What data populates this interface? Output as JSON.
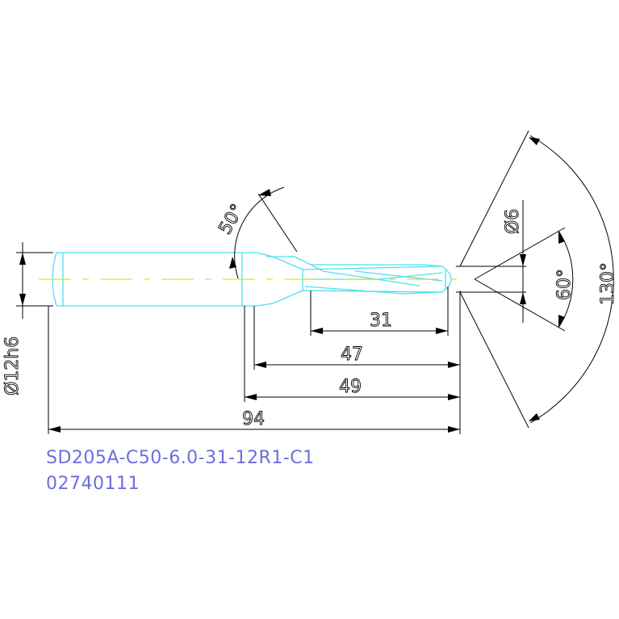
{
  "dimensions": {
    "shank_diameter": "Ø12h6",
    "tip_diameter": "Ø6",
    "flute_length": "31",
    "length_47": "47",
    "length_49": "49",
    "overall_length": "94",
    "helix_angle": "50°",
    "point_angle_small": "60°",
    "point_angle_large": "130°"
  },
  "designation": {
    "model": "SD205A-C50-6.0-31-12R1-C1",
    "code": "02740111"
  },
  "colors": {
    "outline": "#4fe0ee",
    "dimension": "#000000",
    "centerline": "#d8d800",
    "designation": "#6d6dde"
  }
}
